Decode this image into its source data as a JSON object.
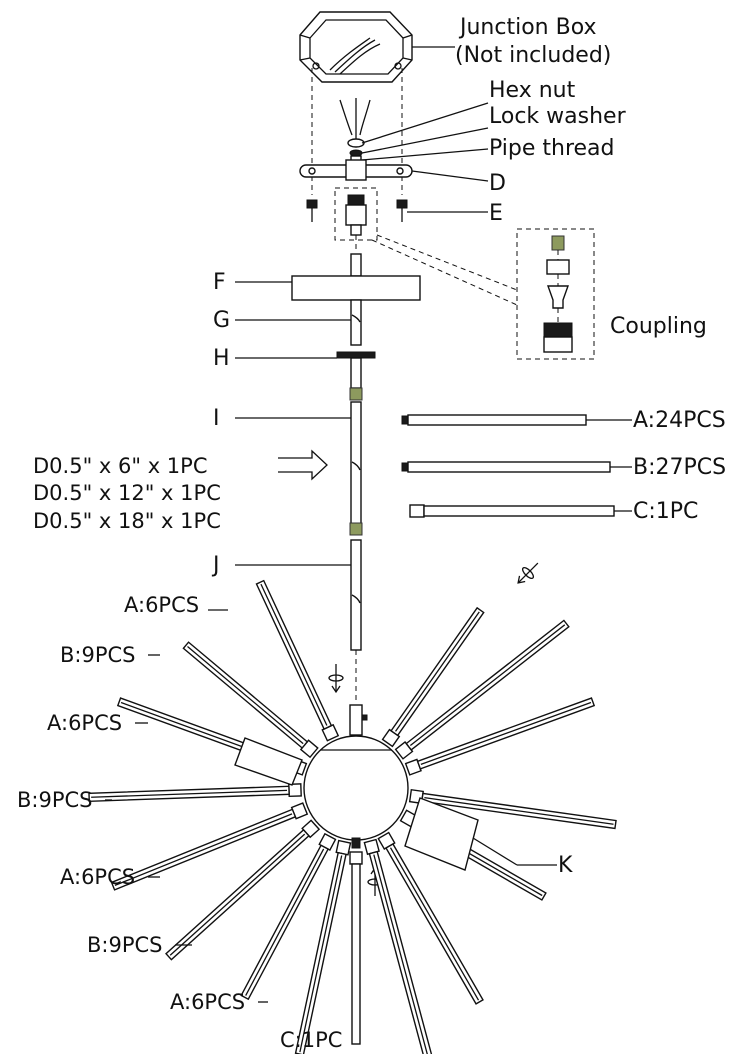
{
  "labels": {
    "junction_box_line1": "Junction Box",
    "junction_box_line2": "(Not included)",
    "hex_nut": "Hex nut",
    "lock_washer": "Lock washer",
    "pipe_thread": "Pipe thread",
    "d": "D",
    "e": "E",
    "f": "F",
    "g": "G",
    "h": "H",
    "i": "I",
    "j": "J",
    "k": "K",
    "coupling": "Coupling",
    "rod_a": "A:24PCS",
    "rod_b": "B:27PCS",
    "rod_c": "C:1PC",
    "rod_size_1": "D0.5\" x 6\" x 1PC",
    "rod_size_2": "D0.5\" x 12\" x 1PC",
    "rod_size_3": "D0.5\" x 18\" x 1PC",
    "sphere_left": [
      "A:6PCS",
      "B:9PCS",
      "A:6PCS",
      "B:9PCS",
      "A:6PCS",
      "B:9PCS",
      "A:6PCS"
    ],
    "sphere_bottom": "C:1PC"
  },
  "colors": {
    "line": "#111111",
    "brass_thread": "#8d9a5e",
    "background": "#ffffff"
  }
}
